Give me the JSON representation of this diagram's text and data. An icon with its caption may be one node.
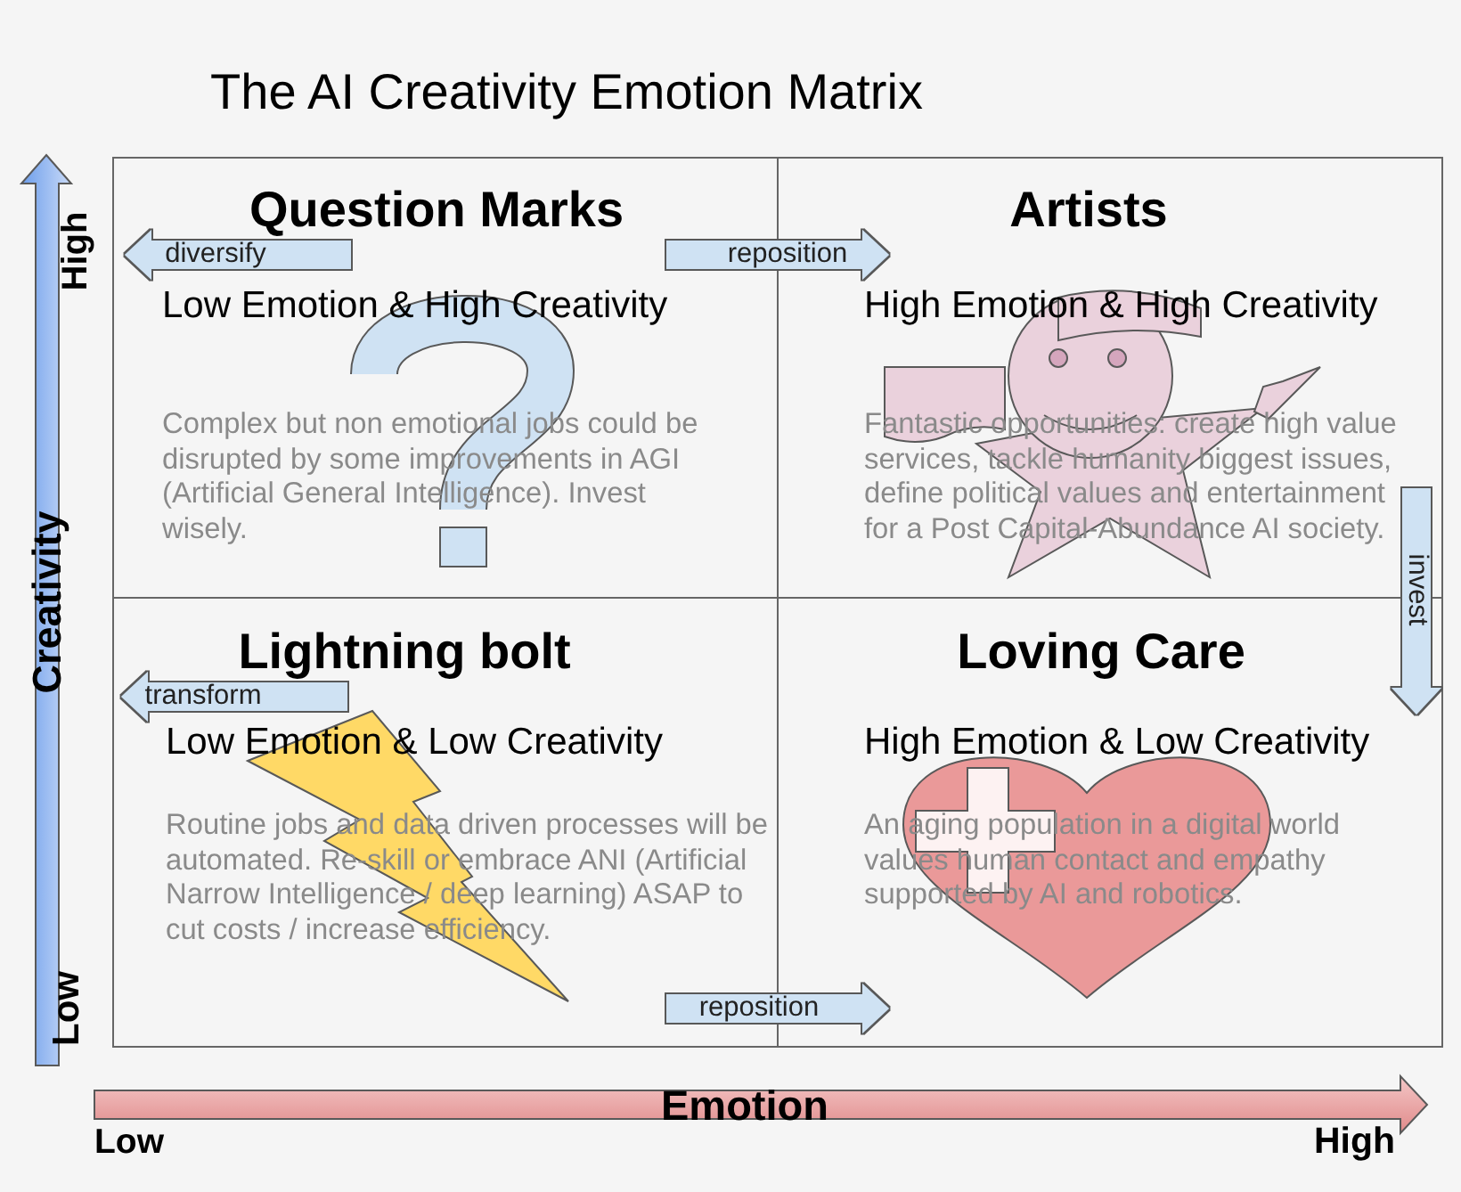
{
  "diagram": {
    "title": "The AI Creativity Emotion Matrix",
    "nodes": [
      {
        "text": [
          "Question Marks",
          "Low Emotion & High Creativity",
          "Complex but non emotional jobs could be disrupted by some improvements in AGI (Artificial General Intelligence). Invest wisely."
        ]
      },
      {
        "text": [
          "Artists",
          "High Emotion & High Creativity",
          "Fantastic opportunities: create high value services, tackle humanity biggest issues, define political values and entertainment for a Post Capital-Abundance AI society."
        ]
      },
      {
        "text": [
          "Lightning bolt",
          "Low Emotion & Low Creativity",
          "Routine jobs and data driven processes will be automated. Re-skill or embrace ANI (Artificial Narrow Intelligence / deep learning) ASAP to cut costs / increase efficiency."
        ]
      },
      {
        "text": [
          "Loving Care",
          "High Emotion & Low Creativity",
          "An aging population in a digital world values human contact and empathy supported by AI and robotics."
        ]
      }
    ],
    "edges": [
      {
        "from": null,
        "to": 0,
        "arrow": "to",
        "label": "diversify"
      },
      {
        "from": 0,
        "to": 1,
        "arrow": "to",
        "label": "reposition"
      },
      {
        "from": 1,
        "to": 3,
        "arrow": "to",
        "label": "invest"
      },
      {
        "from": null,
        "to": 2,
        "arrow": "to",
        "label": "transform"
      },
      {
        "from": 2,
        "to": 3,
        "arrow": "to",
        "label": "reposition"
      }
    ],
    "labels": [
      "High",
      "Creativity",
      "Low",
      "Emotion",
      "Low",
      "High"
    ]
  }
}
